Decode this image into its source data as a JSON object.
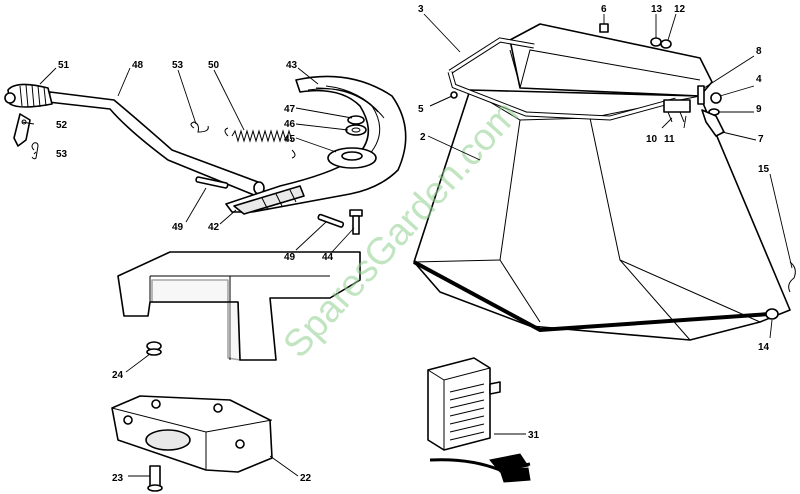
{
  "watermark": "SparesGarden.com",
  "labels": {
    "p51": "51",
    "p48": "48",
    "p53a": "53",
    "p50": "50",
    "p43": "43",
    "p52": "52",
    "p53b": "53",
    "p47": "47",
    "p46": "46",
    "p45": "45",
    "p49a": "49",
    "p42": "42",
    "p49b": "49",
    "p44": "44",
    "p3": "3",
    "p6": "6",
    "p13": "13",
    "p12": "12",
    "p8": "8",
    "p4": "4",
    "p5": "5",
    "p9": "9",
    "p10": "10",
    "p11": "11",
    "p7": "7",
    "p2": "2",
    "p15": "15",
    "p14": "14",
    "p24": "24",
    "p23": "23",
    "p22": "22",
    "p31": "31"
  }
}
